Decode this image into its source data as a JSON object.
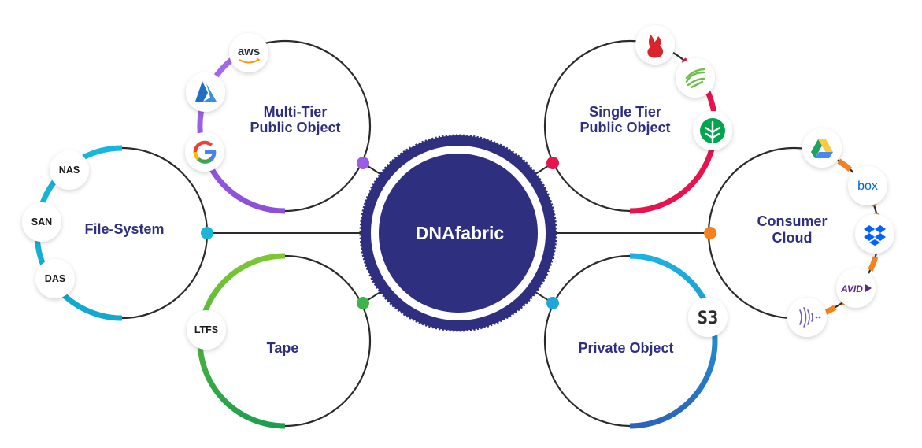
{
  "center": {
    "label": "DNAfabric"
  },
  "nodes": {
    "multi_tier": {
      "line1": "Multi-Tier",
      "line2": "Public Object",
      "badges": [
        "aws-logo-icon",
        "azure-logo-icon",
        "google-cloud-logo-icon"
      ],
      "aws_text": "aws"
    },
    "file_system": {
      "label": "File-System",
      "badges": {
        "nas": "NAS",
        "san": "SAN",
        "das": "DAS"
      }
    },
    "tape": {
      "label": "Tape",
      "badges": {
        "ltfs": "LTFS"
      }
    },
    "single_tier": {
      "line1": "Single Tier",
      "line2": "Public Object",
      "badges": [
        "backblaze-logo-icon",
        "seagate-logo-icon",
        "wasabi-logo-icon"
      ]
    },
    "consumer_cloud": {
      "line1": "Consumer",
      "line2": "Cloud",
      "badges": [
        "google-drive-logo-icon",
        "box-logo-icon",
        "dropbox-logo-icon",
        "avid-logo-icon",
        "wave-logo-icon"
      ],
      "box_text": "box",
      "avid_text": "AVID"
    },
    "private_object": {
      "label": "Private Object",
      "badges": {
        "s3": "S3"
      }
    }
  },
  "colors": {
    "navy": "#2e2f7f",
    "purple": "#9b5de5",
    "cyan": "#1cb5d9",
    "green": "#3cb54a",
    "crimson": "#e8134c",
    "orange": "#f5821f",
    "blue": "#2a7fd4"
  }
}
